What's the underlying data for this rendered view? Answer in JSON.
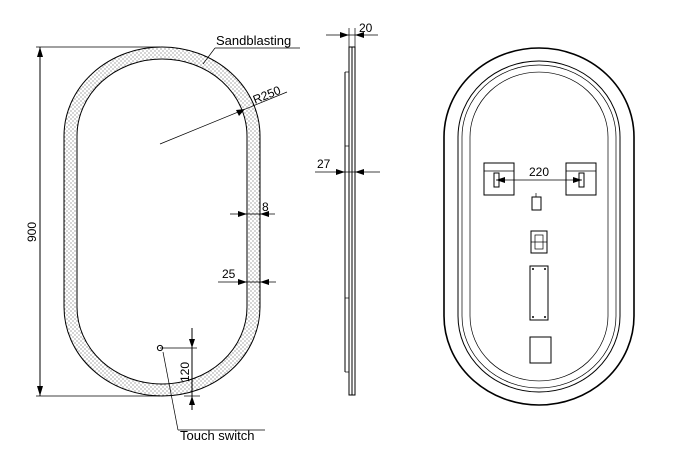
{
  "front_view": {
    "callout_sandblasting": "Sandblasting",
    "callout_touch_switch": "Touch switch",
    "dim_height": "900",
    "dim_radius": "R250",
    "dim_frame_width": "8",
    "dim_band_width": "25",
    "dim_switch_offset": "120"
  },
  "side_view": {
    "dim_total_depth": "20",
    "dim_mount_depth": "27"
  },
  "back_view": {
    "dim_bracket_spacing": "220"
  }
}
